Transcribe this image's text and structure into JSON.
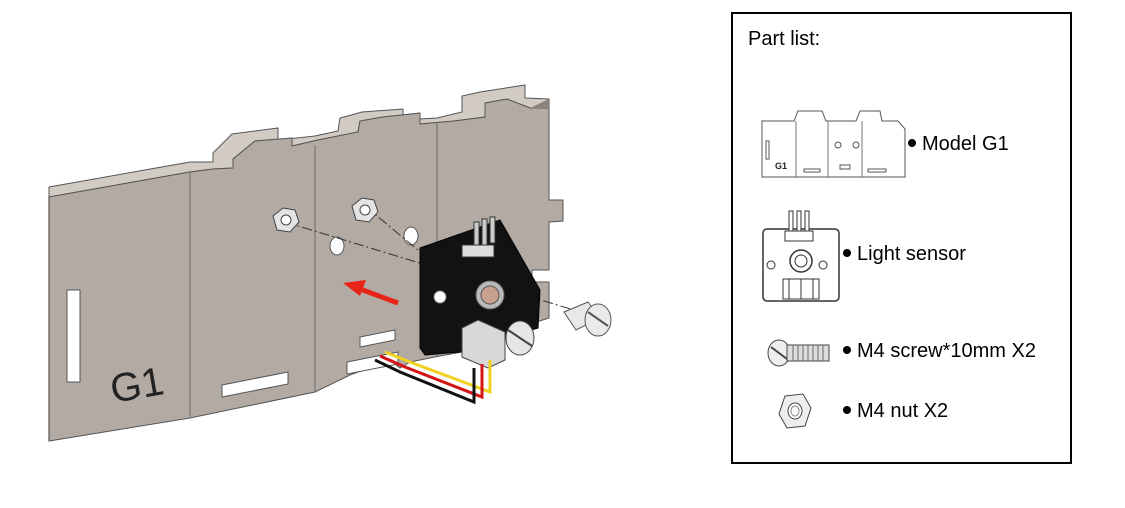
{
  "assembly": {
    "panel_label": "G1"
  },
  "part_list": {
    "title": "Part list:",
    "items": [
      {
        "label": "Model G1",
        "icon": "model-g1-icon"
      },
      {
        "label": "Light sensor",
        "icon": "light-sensor-icon"
      },
      {
        "label": "M4 screw*10mm X2",
        "icon": "screw-icon"
      },
      {
        "label": "M4 nut X2",
        "icon": "nut-icon"
      }
    ],
    "thumbnail_label": "G1"
  },
  "colors": {
    "panel_face": "#b3aba3",
    "panel_top": "#d2cbc4",
    "panel_edge": "#8a837c",
    "arrow": "#e8231a",
    "sensor_board": "#121212",
    "wire_red": "#d41414",
    "wire_yellow": "#f0d21e",
    "wire_black": "#111111"
  }
}
